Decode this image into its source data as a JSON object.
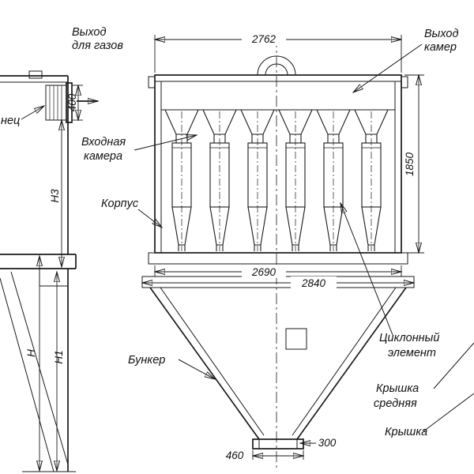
{
  "labels": {
    "gas_outlet": [
      "Выход",
      "для газов"
    ],
    "flange_cut": "нец",
    "inlet_chamber": [
      "Входная",
      "камера"
    ],
    "body": "Корпус",
    "hopper": "Бункер",
    "outlet_chamber": [
      "Выход",
      "камер"
    ],
    "cyclone_element": [
      "Циклонный",
      "элемент"
    ],
    "cover_middle": [
      "Крышка",
      "средняя"
    ],
    "cover": "Крышка"
  },
  "dimensions": {
    "top_width": "2762",
    "body_width": "2690",
    "flange_width": "2840",
    "body_height": "1850",
    "outlet_duct_width": "400",
    "hopper_outlet_outer": "460",
    "hopper_outlet_inner": "300",
    "h3": "H3",
    "h": "H",
    "h1": "H1"
  }
}
